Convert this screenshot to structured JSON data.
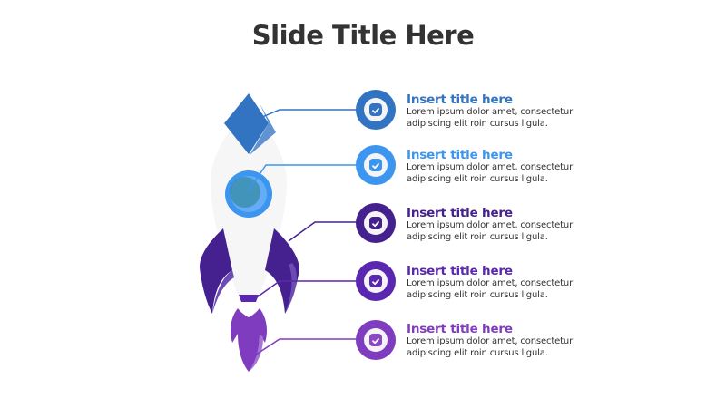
{
  "slide": {
    "title": "Slide Title Here"
  },
  "colors": {
    "title": "#333333",
    "body": "#333333",
    "rocket_body": "#f6f6f7",
    "step1": "#3274c2",
    "step2": "#3c96f0",
    "step3": "#45218f",
    "step4": "#5a27b0",
    "step5": "#7f3cbe"
  },
  "steps": [
    {
      "title": "Insert title here",
      "text_line1": "Lorem ipsum dolor amet, consectetur",
      "text_line2": "adipiscing elit roin cursus ligula.",
      "icon": "check-icon",
      "color": "#3274c2"
    },
    {
      "title": "Insert title here",
      "text_line1": "Lorem ipsum dolor amet, consectetur",
      "text_line2": "adipiscing elit roin cursus ligula.",
      "icon": "check-icon",
      "color": "#3c96f0"
    },
    {
      "title": "Insert title here",
      "text_line1": "Lorem ipsum dolor amet, consectetur",
      "text_line2": "adipiscing elit roin cursus ligula.",
      "icon": "check-icon",
      "color": "#45218f"
    },
    {
      "title": "Insert title here",
      "text_line1": "Lorem ipsum dolor amet, consectetur",
      "text_line2": "adipiscing elit roin cursus ligula.",
      "icon": "check-icon",
      "color": "#5a27b0"
    },
    {
      "title": "Insert title here",
      "text_line1": "Lorem ipsum dolor amet, consectetur",
      "text_line2": "adipiscing elit roin cursus ligula.",
      "icon": "check-icon",
      "color": "#7f3cbe"
    }
  ]
}
